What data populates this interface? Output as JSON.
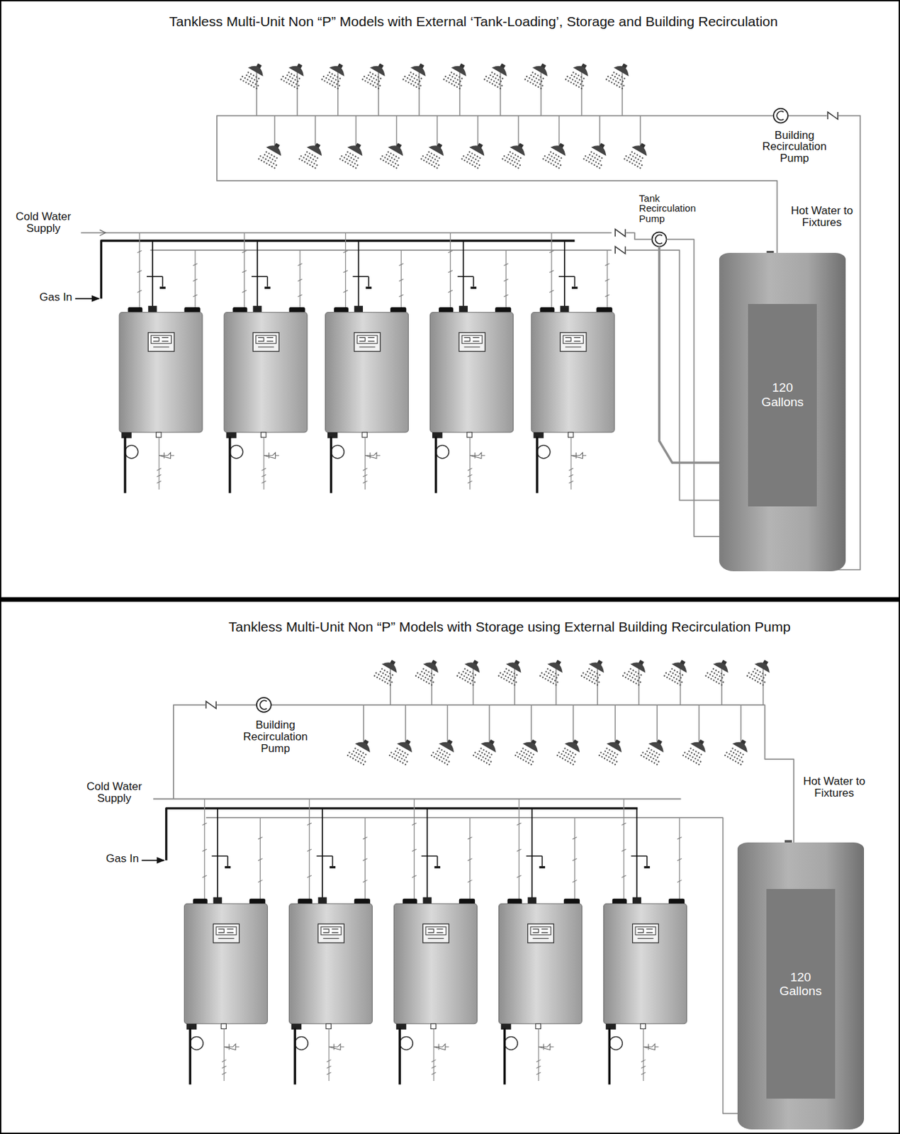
{
  "diagram": {
    "nodes": [
      {
        "text": [
          "120 Gallons"
        ]
      },
      {
        "text": [
          "120 Gallons"
        ]
      }
    ],
    "labels": [
      "Tankless Multi-Unit Non “P” Models with External ‘Tank-Loading’, Storage and Building Recirculation",
      "Cold Water Supply",
      "Gas In",
      "Tank Recirculation Pump",
      "Building Recirculation Pump",
      "Hot Water to Fixtures",
      "Tankless Multi-Unit Non “P” Models with Storage using External Building Recirculation Pump",
      "Building Recirculation Pump",
      "Cold Water Supply",
      "Gas In",
      "Hot Water to Fixtures"
    ]
  }
}
